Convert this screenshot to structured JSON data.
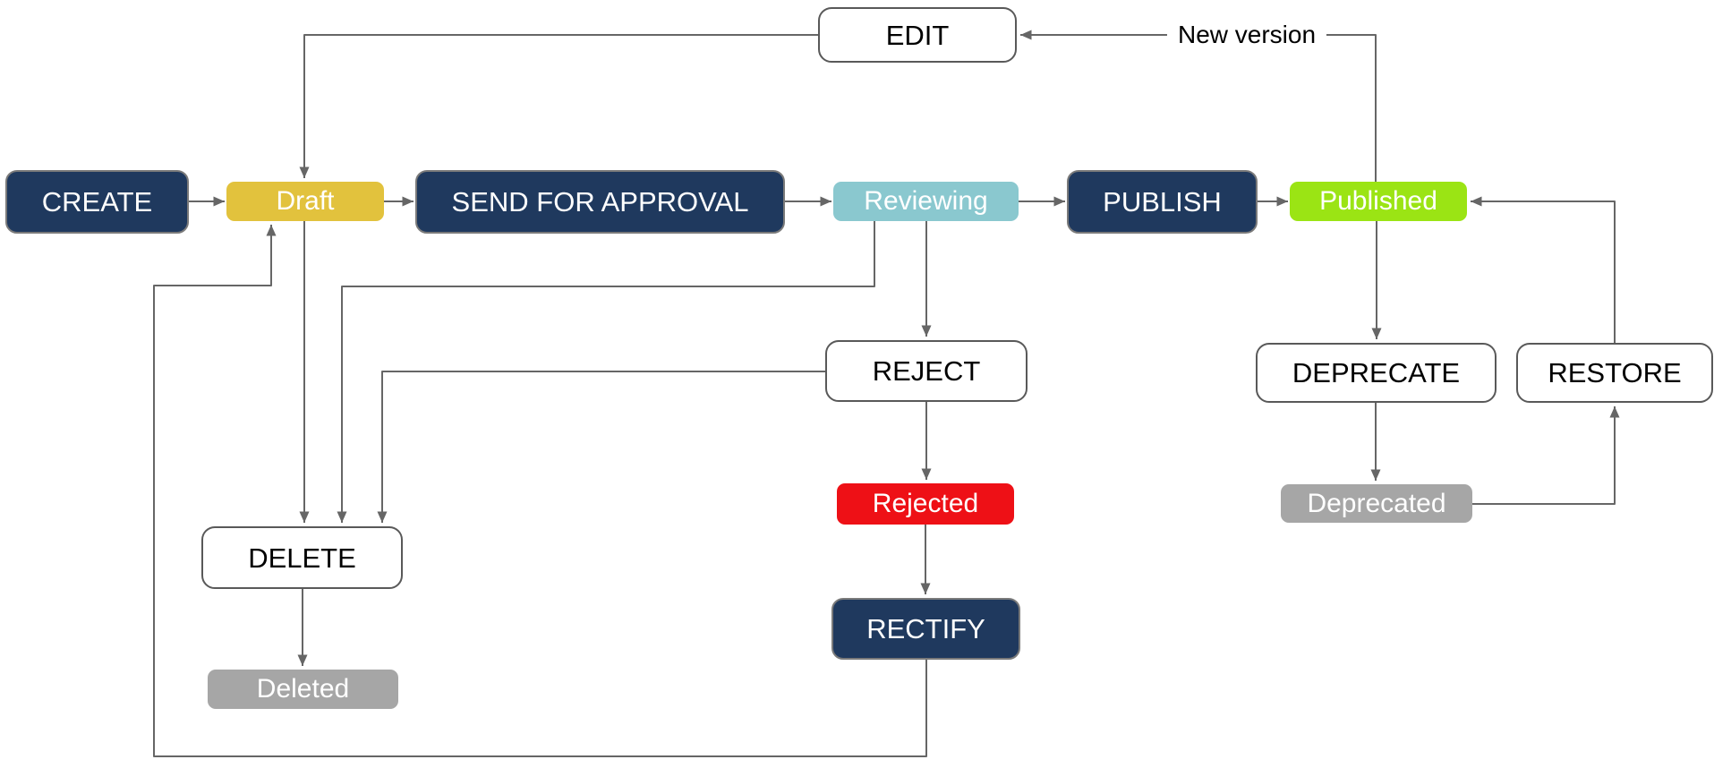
{
  "diagram": {
    "type": "flowchart",
    "nodes": {
      "create": {
        "label": "CREATE",
        "kind": "action-primary"
      },
      "draft": {
        "label": "Draft",
        "kind": "state",
        "color": "#e2c23d"
      },
      "send_for_approval": {
        "label": "SEND FOR APPROVAL",
        "kind": "action-primary"
      },
      "reviewing": {
        "label": "Reviewing",
        "kind": "state",
        "color": "#8ac8cf"
      },
      "publish": {
        "label": "PUBLISH",
        "kind": "action-primary"
      },
      "published": {
        "label": "Published",
        "kind": "state",
        "color": "#9be414"
      },
      "edit": {
        "label": "EDIT",
        "kind": "action-outline"
      },
      "reject": {
        "label": "REJECT",
        "kind": "action-outline"
      },
      "rejected": {
        "label": "Rejected",
        "kind": "state",
        "color": "#ee1016"
      },
      "rectify": {
        "label": "RECTIFY",
        "kind": "action-primary"
      },
      "delete": {
        "label": "DELETE",
        "kind": "action-outline"
      },
      "deleted": {
        "label": "Deleted",
        "kind": "state",
        "color": "#a6a6a6"
      },
      "deprecate": {
        "label": "DEPRECATE",
        "kind": "action-outline"
      },
      "restore": {
        "label": "RESTORE",
        "kind": "action-outline"
      },
      "deprecated": {
        "label": "Deprecated",
        "kind": "state",
        "color": "#a6a6a6"
      }
    },
    "edge_labels": {
      "new_version": "New version"
    },
    "edges": [
      {
        "from": "create",
        "to": "draft"
      },
      {
        "from": "draft",
        "to": "send_for_approval"
      },
      {
        "from": "send_for_approval",
        "to": "reviewing"
      },
      {
        "from": "reviewing",
        "to": "publish"
      },
      {
        "from": "publish",
        "to": "published"
      },
      {
        "from": "published",
        "to": "edit",
        "label": "New version"
      },
      {
        "from": "edit",
        "to": "draft"
      },
      {
        "from": "published",
        "to": "deprecate"
      },
      {
        "from": "deprecate",
        "to": "deprecated"
      },
      {
        "from": "deprecated",
        "to": "restore"
      },
      {
        "from": "restore",
        "to": "published"
      },
      {
        "from": "reviewing",
        "to": "reject"
      },
      {
        "from": "reject",
        "to": "rejected"
      },
      {
        "from": "rejected",
        "to": "rectify"
      },
      {
        "from": "rectify",
        "to": "draft"
      },
      {
        "from": "draft",
        "to": "delete"
      },
      {
        "from": "reviewing",
        "to": "delete"
      },
      {
        "from": "reject",
        "to": "delete"
      },
      {
        "from": "delete",
        "to": "deleted"
      }
    ],
    "colors": {
      "action_primary_bg": "#1f395e",
      "action_primary_border": "#7a7a7a",
      "action_primary_text": "#ffffff",
      "action_outline_bg": "#ffffff",
      "action_outline_border": "#595959",
      "action_outline_text": "#000000",
      "state_text": "#ffffff",
      "state_draft": "#e2c23d",
      "state_reviewing": "#8ac8cf",
      "state_published": "#9be414",
      "state_rejected": "#ee1016",
      "state_deleted": "#a6a6a6",
      "state_deprecated": "#a6a6a6",
      "connector": "#666666",
      "background": "#ffffff"
    }
  }
}
